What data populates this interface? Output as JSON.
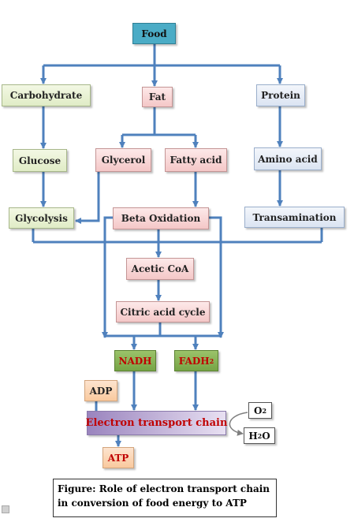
{
  "nodes": {
    "food": "Food",
    "carbohydrate": "Carbohydrate",
    "fat": "Fat",
    "protein": "Protein",
    "glucose": "Glucose",
    "glycerol": "Glycerol",
    "fatty_acid": "Fatty acid",
    "amino_acid": "Amino acid",
    "glycolysis": "Glycolysis",
    "beta_oxidation": "Beta Oxidation",
    "transamination": "Transamination",
    "acetic_coa": "Acetic CoA",
    "citric_acid_cycle": "Citric acid cycle",
    "nadh": "NADH",
    "fadh2_main": "FADH",
    "fadh2_sub": "2",
    "adp": "ADP",
    "etc": "Electron transport chain",
    "atp": "ATP",
    "o2_main": "O",
    "o2_sub": "2",
    "h2o_h": "H",
    "h2o_sub": "2",
    "h2o_o": "O"
  },
  "caption": {
    "line1": "Figure: Role of electron transport chain",
    "line2": "in conversion of food energy to ATP"
  },
  "colors": {
    "arrow": "#4f81bd",
    "highlight_text": "#c00000"
  }
}
